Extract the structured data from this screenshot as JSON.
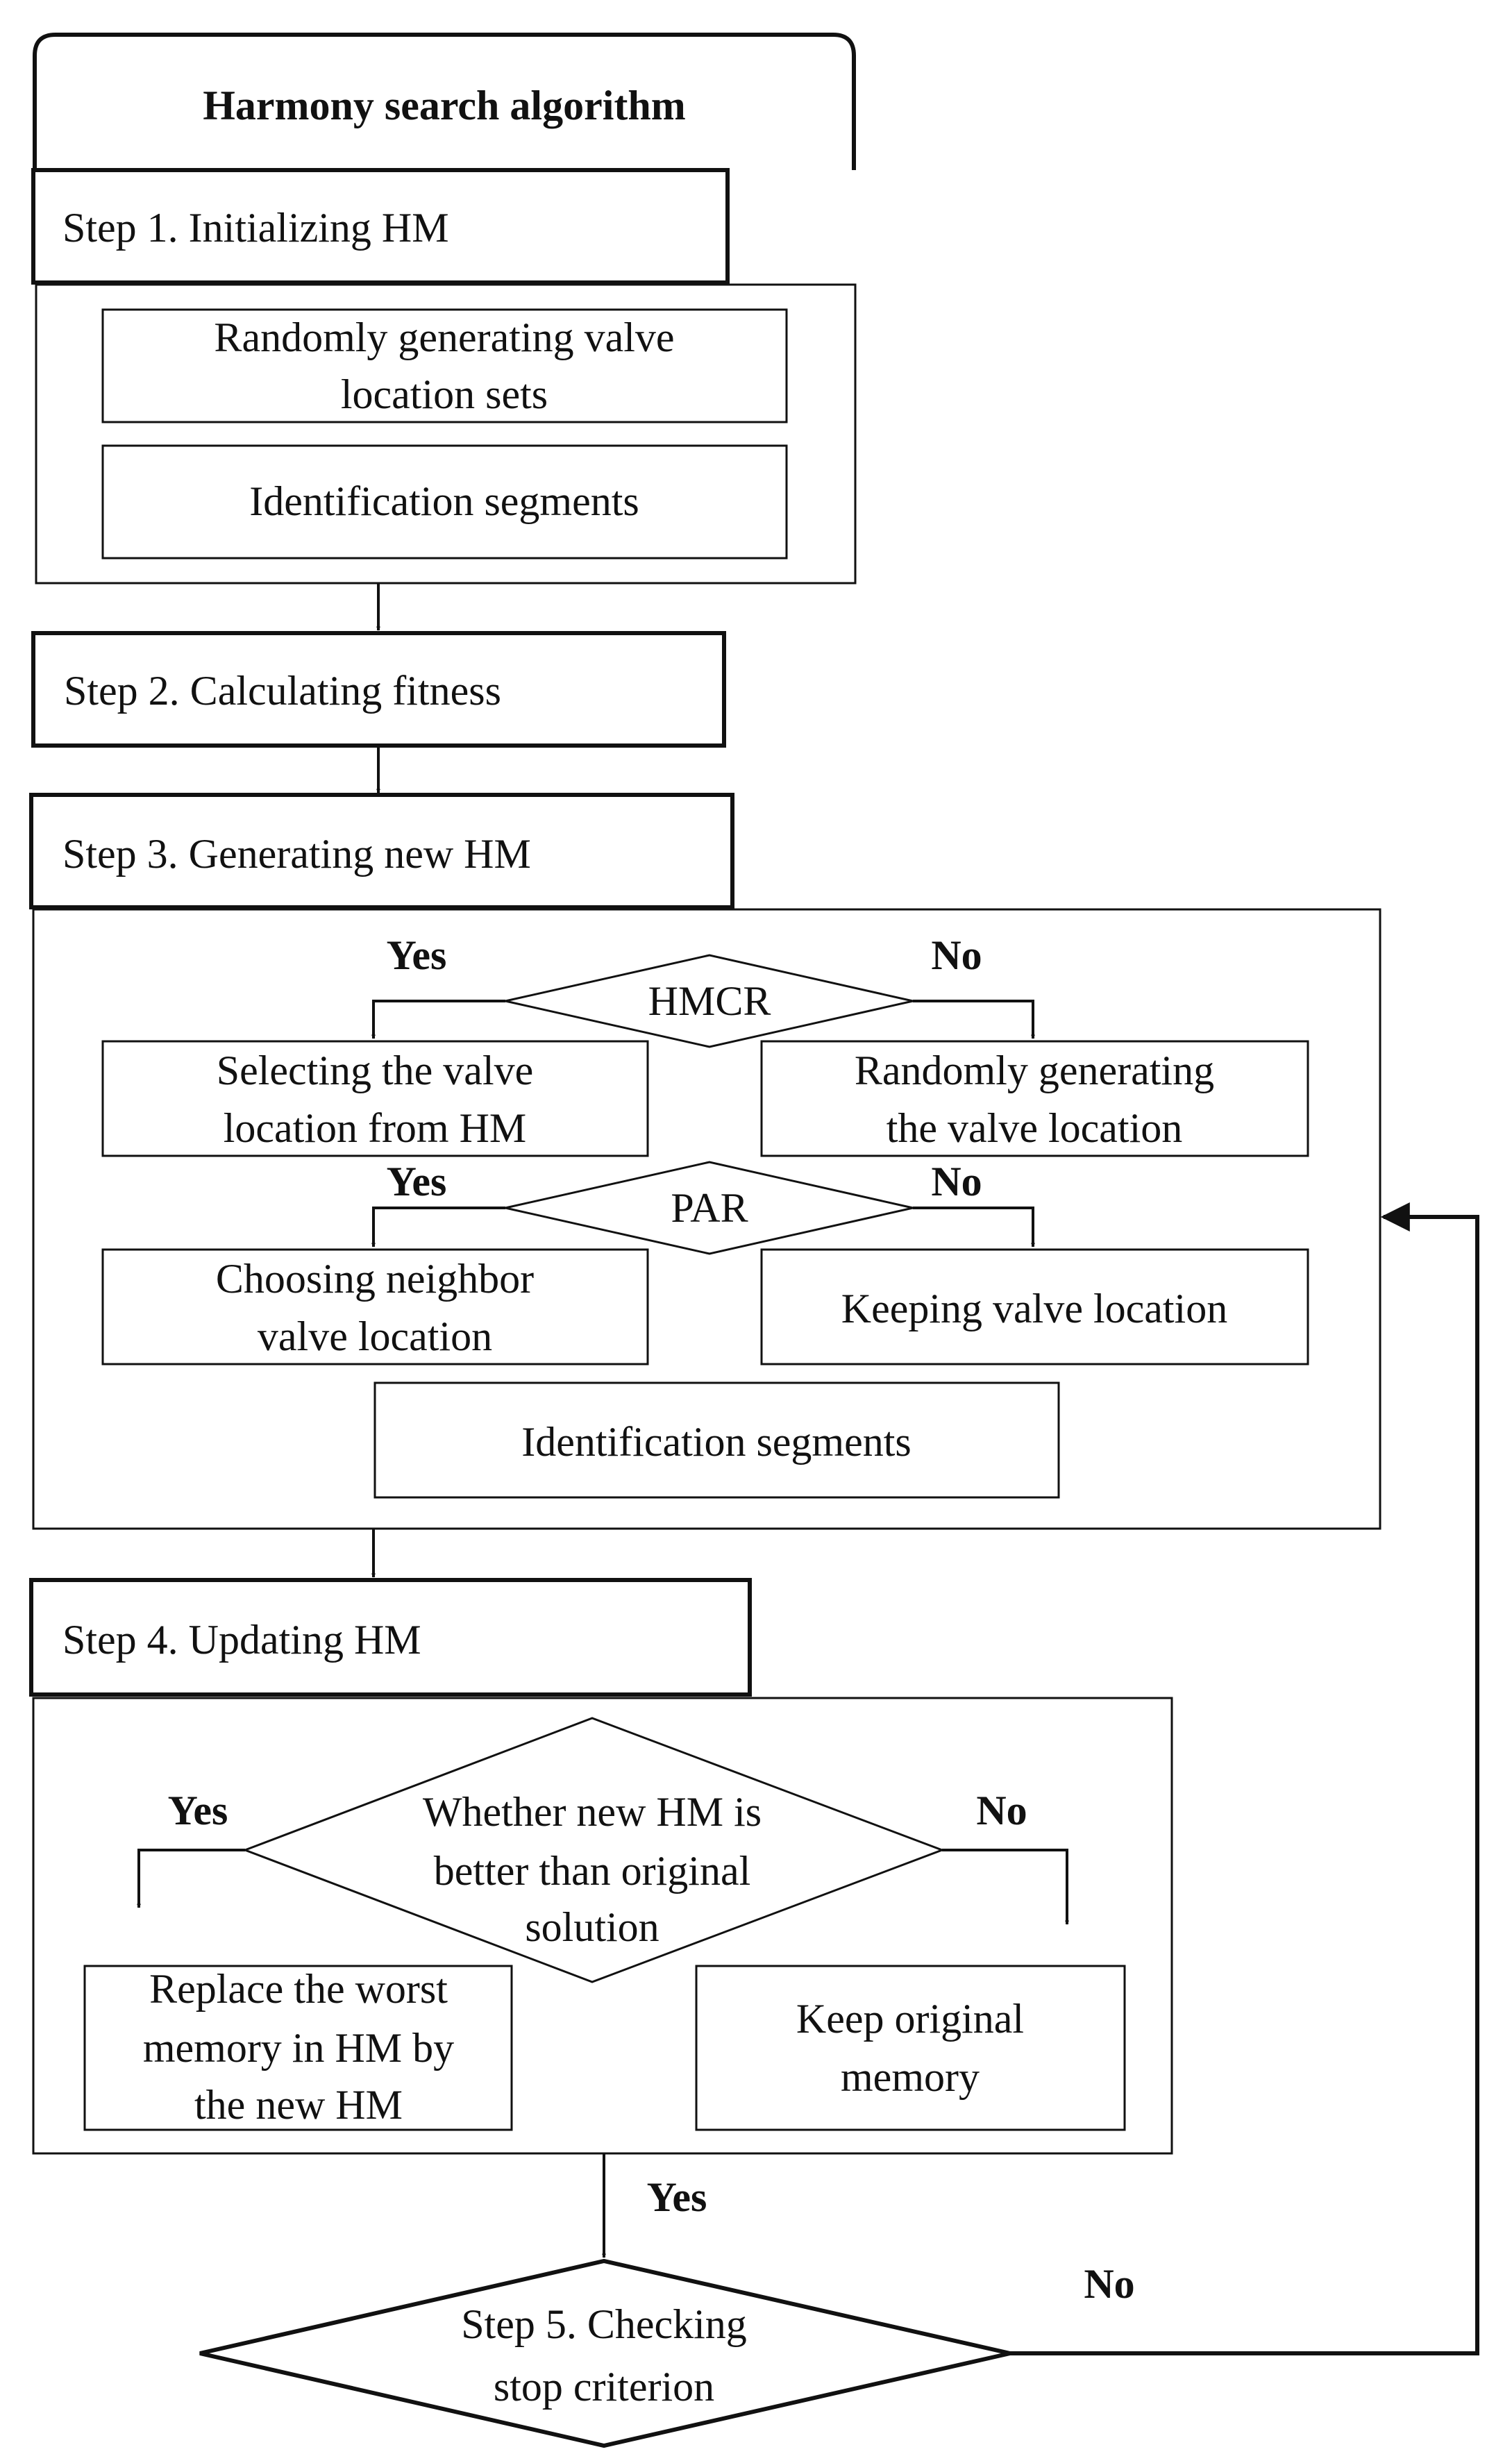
{
  "title": "Harmony search algorithm",
  "step1": {
    "header": "Step 1. Initializing HM",
    "box1": [
      "Randomly generating valve",
      "location sets"
    ],
    "box2": "Identification segments"
  },
  "step2": {
    "header": "Step 2. Calculating fitness"
  },
  "step3": {
    "header": "Step 3. Generating new HM",
    "hmcr": "HMCR",
    "par": "PAR",
    "yes1": "Yes",
    "no1": "No",
    "yes2": "Yes",
    "no2": "No",
    "select": [
      "Selecting the valve",
      "location from HM"
    ],
    "random": [
      "Randomly generating",
      "the valve location"
    ],
    "neighbor": [
      "Choosing neighbor",
      "valve location"
    ],
    "keep": "Keeping valve location",
    "ident": "Identification segments"
  },
  "step4": {
    "header": "Step 4. Updating HM",
    "decision": [
      "Whether new HM is",
      "better than original",
      "solution"
    ],
    "yes": "Yes",
    "no": "No",
    "replace": [
      "Replace the worst",
      "memory in HM by",
      "the new HM"
    ],
    "keep": [
      "Keep original",
      "memory"
    ]
  },
  "step5": {
    "label": [
      "Step 5. Checking",
      "stop criterion"
    ],
    "yes": "Yes",
    "no": "No"
  }
}
